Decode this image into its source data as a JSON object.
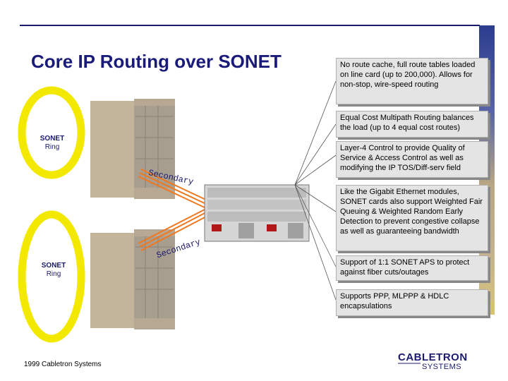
{
  "slide": {
    "title": "Core IP Routing over SONET",
    "footer": "1999 Cabletron Systems",
    "logo": {
      "top": "CABLETRON",
      "bottom": "SYSTEMS"
    }
  },
  "rings": [
    {
      "label": "SONET",
      "sublabel": "Ring"
    },
    {
      "label": "SONET",
      "sublabel": "Ring"
    }
  ],
  "links": {
    "top_label": "Secondary",
    "bottom_label": "Secondary"
  },
  "callouts": [
    "No route cache, full route tables loaded on line card (up to 200,000). Allows for non-stop, wire-speed routing",
    "Equal Cost Multipath Routing balances the load (up to 4 equal cost routes)",
    "Layer-4 Control to provide Quality of Service & Access Control as well as modifying the IP TOS/Diff-serv field",
    "Like the Gigabit Ethernet modules, SONET cards also support Weighted Fair Queuing & Weighted Random Early Detection to prevent congestive collapse as well as guaranteeing bandwidth",
    "Support of 1:1 SONET APS to protect against fiber cuts/outages",
    "Supports PPP, MLPPP & HDLC encapsulations"
  ],
  "colors": {
    "ring": "#f2e800",
    "link": "#f07820",
    "title": "#1a1a7a",
    "accent": "#1a1a6e"
  }
}
